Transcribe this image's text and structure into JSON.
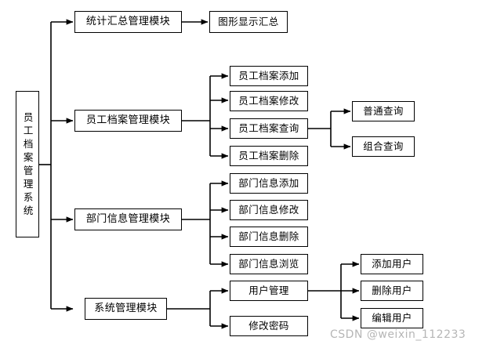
{
  "diagram": {
    "type": "tree-hierarchy-flowchart",
    "orientation": "left-to-right",
    "root": {
      "id": "root",
      "label": "员工档案管理系统",
      "orientation": "vertical-text"
    },
    "nodes": [
      {
        "id": "m1",
        "label": "统计汇总管理模块",
        "level": 1
      },
      {
        "id": "m1-1",
        "label": "图形显示汇总",
        "level": 2
      },
      {
        "id": "m2",
        "label": "员工档案管理模块",
        "level": 1
      },
      {
        "id": "m2-1",
        "label": "员工档案添加",
        "level": 2
      },
      {
        "id": "m2-2",
        "label": "员工档案修改",
        "level": 2
      },
      {
        "id": "m2-3",
        "label": "员工档案查询",
        "level": 2
      },
      {
        "id": "m2-4",
        "label": "员工档案删除",
        "level": 2
      },
      {
        "id": "m2-3-1",
        "label": "普通查询",
        "level": 3
      },
      {
        "id": "m2-3-2",
        "label": "组合查询",
        "level": 3
      },
      {
        "id": "m3",
        "label": "部门信息管理模块",
        "level": 1
      },
      {
        "id": "m3-1",
        "label": "部门信息添加",
        "level": 2
      },
      {
        "id": "m3-2",
        "label": "部门信息修改",
        "level": 2
      },
      {
        "id": "m3-3",
        "label": "部门信息删除",
        "level": 2
      },
      {
        "id": "m3-4",
        "label": "部门信息浏览",
        "level": 2
      },
      {
        "id": "m4",
        "label": "系统管理模块",
        "level": 1
      },
      {
        "id": "m4-1",
        "label": "用户管理",
        "level": 2
      },
      {
        "id": "m4-2",
        "label": "修改密码",
        "level": 2
      },
      {
        "id": "m4-1-1",
        "label": "添加用户",
        "level": 3
      },
      {
        "id": "m4-1-2",
        "label": "删除用户",
        "level": 3
      },
      {
        "id": "m4-1-3",
        "label": "编辑用户",
        "level": 3
      }
    ],
    "edges": [
      {
        "from": "root",
        "to": "m1"
      },
      {
        "from": "m1",
        "to": "m1-1"
      },
      {
        "from": "root",
        "to": "m2"
      },
      {
        "from": "m2",
        "to": "m2-1"
      },
      {
        "from": "m2",
        "to": "m2-2"
      },
      {
        "from": "m2",
        "to": "m2-3"
      },
      {
        "from": "m2",
        "to": "m2-4"
      },
      {
        "from": "m2-3",
        "to": "m2-3-1"
      },
      {
        "from": "m2-3",
        "to": "m2-3-2"
      },
      {
        "from": "root",
        "to": "m3"
      },
      {
        "from": "m3",
        "to": "m3-1"
      },
      {
        "from": "m3",
        "to": "m3-2"
      },
      {
        "from": "m3",
        "to": "m3-3"
      },
      {
        "from": "m3",
        "to": "m3-4"
      },
      {
        "from": "root",
        "to": "m4"
      },
      {
        "from": "m4",
        "to": "m4-1"
      },
      {
        "from": "m4",
        "to": "m4-2"
      },
      {
        "from": "m4-1",
        "to": "m4-1-1"
      },
      {
        "from": "m4-1",
        "to": "m4-1-2"
      },
      {
        "from": "m4-1",
        "to": "m4-1-3"
      }
    ],
    "colors": {
      "box_border": "#000000",
      "box_fill": "#ffffff",
      "line": "#000000",
      "background": "#ffffff",
      "watermark": "#b6b6b6"
    }
  },
  "watermark": {
    "text": "CSDN @weixin_112233"
  }
}
